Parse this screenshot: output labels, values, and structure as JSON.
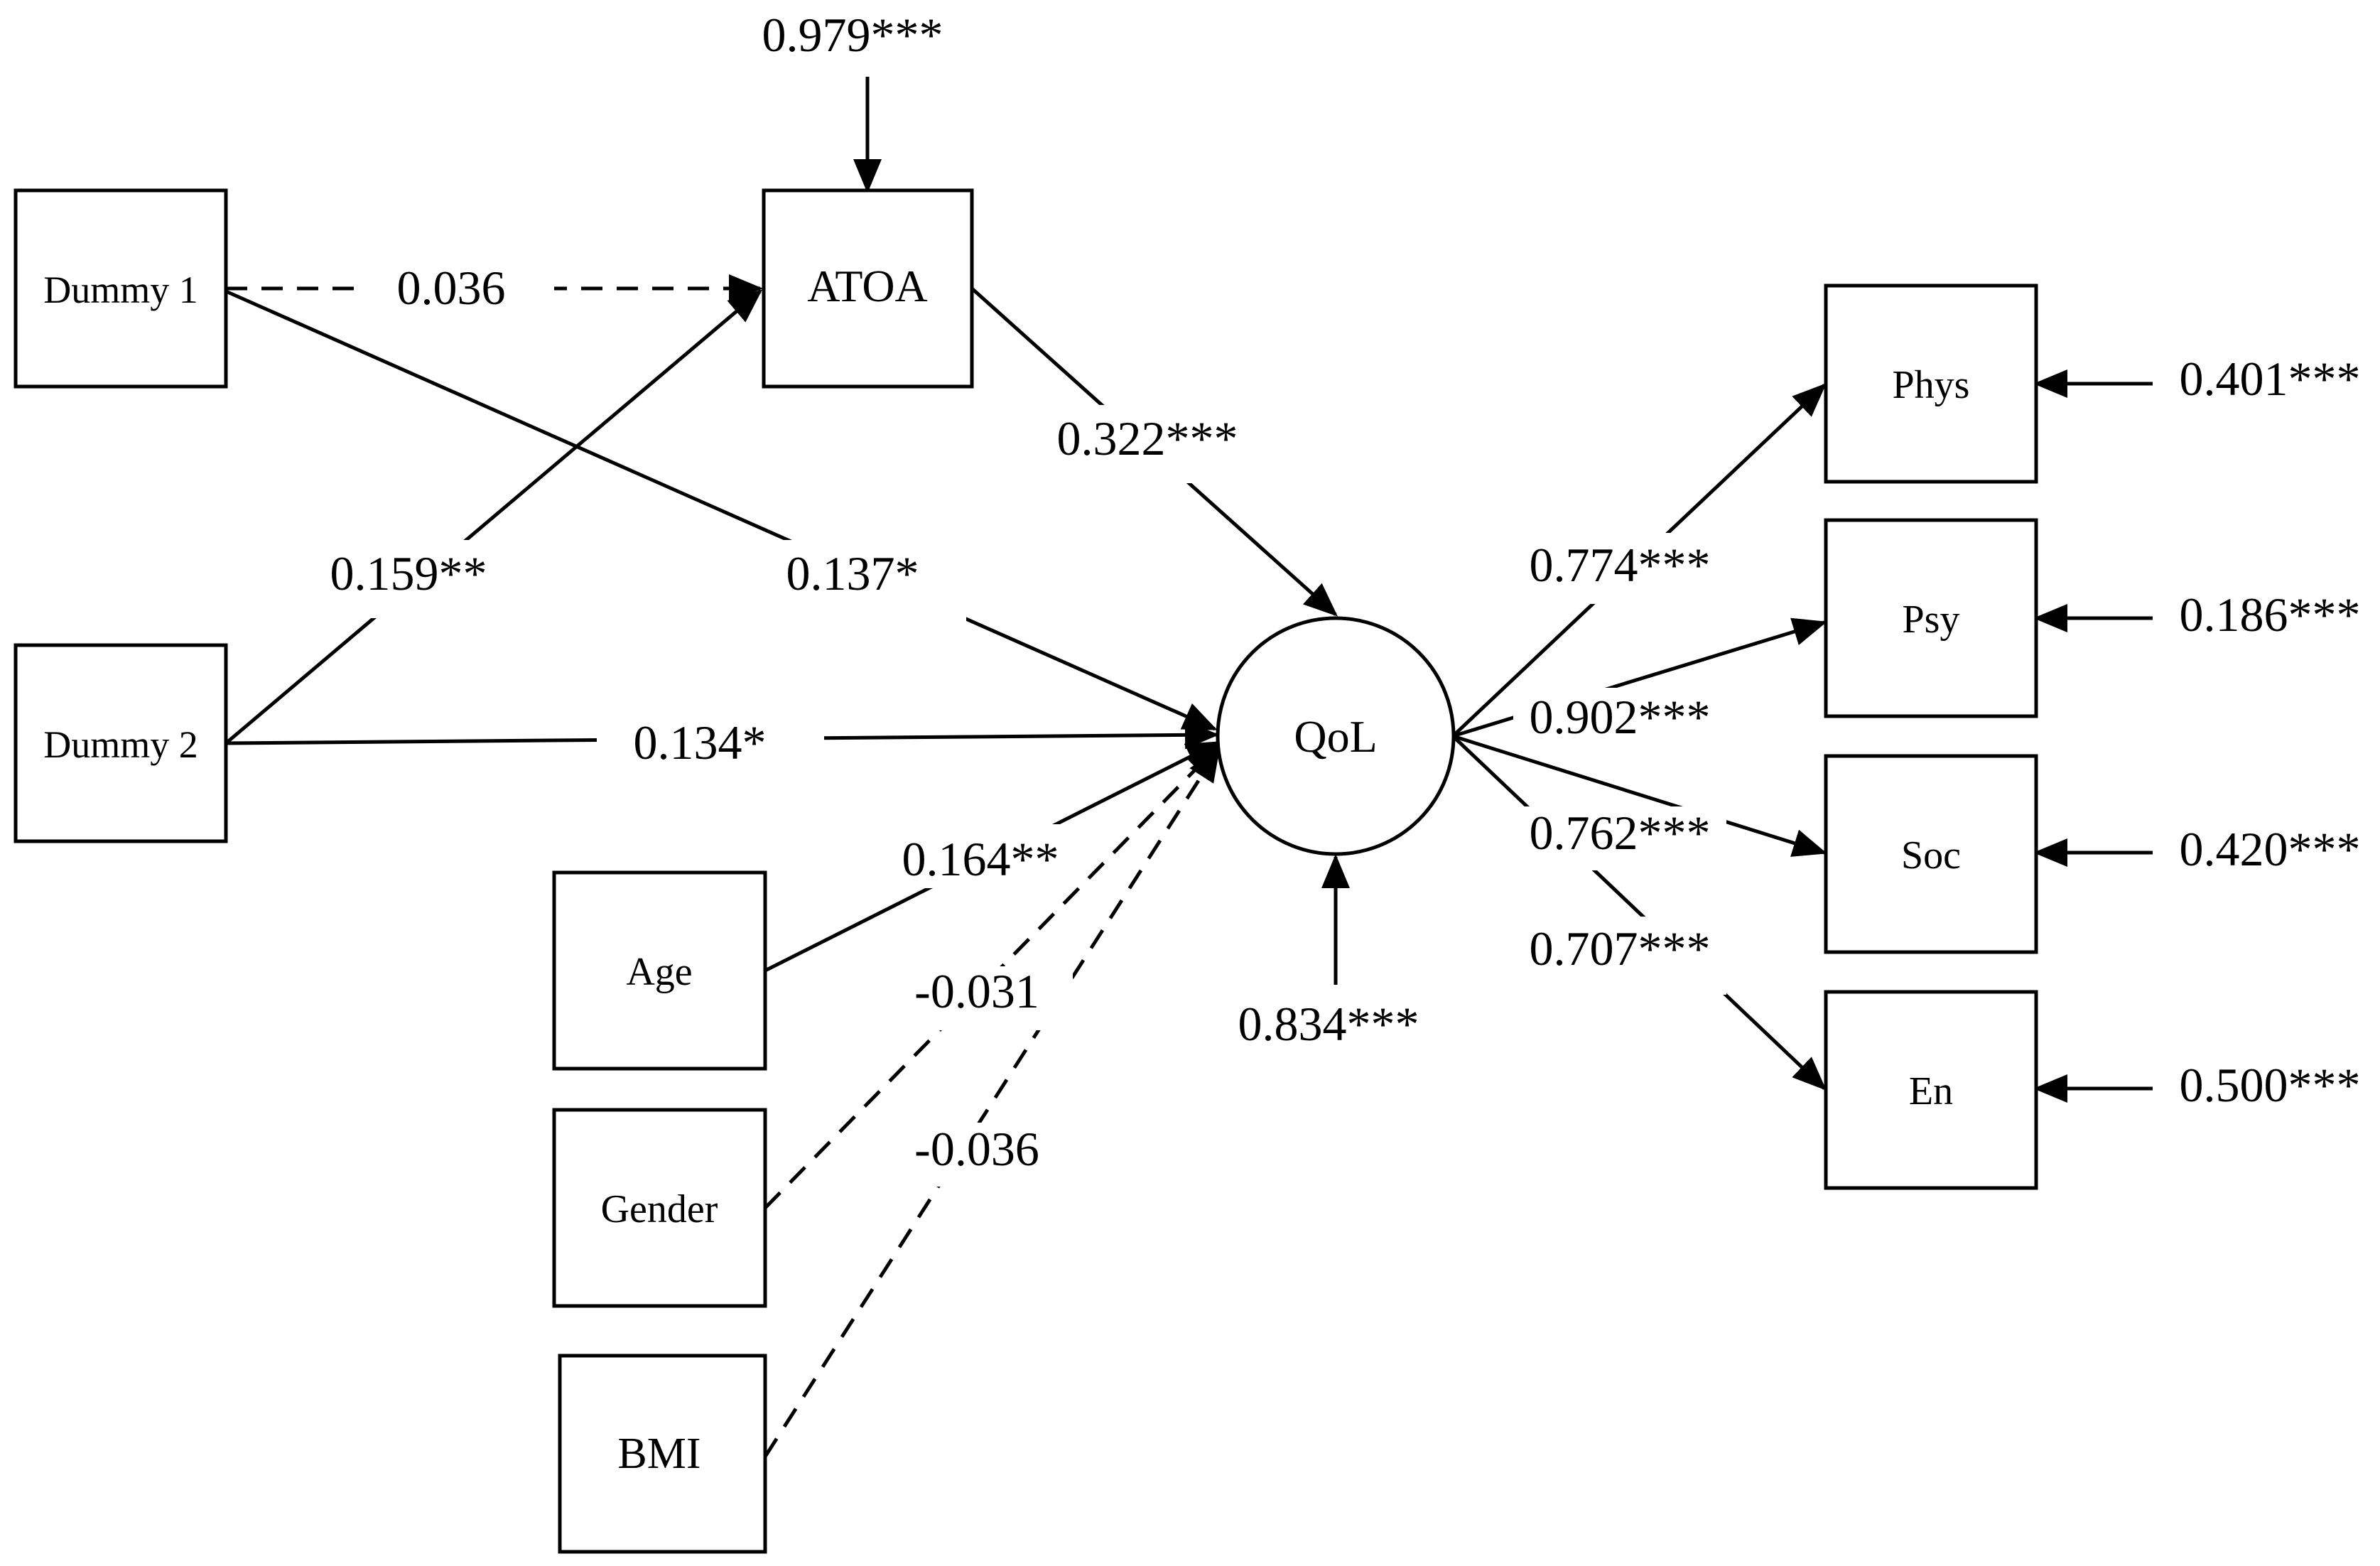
{
  "nodes": {
    "dummy1": "Dummy 1",
    "dummy2": "Dummy 2",
    "atoa": "ATOA",
    "qol": "QoL",
    "age": "Age",
    "gender": "Gender",
    "bmi": "BMI",
    "phys": "Phys",
    "psy": "Psy",
    "soc": "Soc",
    "en": "En"
  },
  "paths": {
    "dummy1_atoa": {
      "value": "0.036",
      "style": "dashed"
    },
    "dummy1_qol": {
      "value": "0.137*",
      "style": "solid"
    },
    "dummy2_atoa": {
      "value": "0.159**",
      "style": "solid"
    },
    "dummy2_qol": {
      "value": "0.134*",
      "style": "solid"
    },
    "atoa_qol": {
      "value": "0.322***",
      "style": "solid"
    },
    "age_qol": {
      "value": "0.164**",
      "style": "solid"
    },
    "gender_qol": {
      "value": "-0.031",
      "style": "dashed"
    },
    "bmi_qol": {
      "value": "-0.036",
      "style": "dashed"
    },
    "qol_phys": {
      "value": "0.774***",
      "style": "solid"
    },
    "qol_psy": {
      "value": "0.902***",
      "style": "solid"
    },
    "qol_soc": {
      "value": "0.762***",
      "style": "solid"
    },
    "qol_en": {
      "value": "0.707***",
      "style": "solid"
    }
  },
  "residuals": {
    "atoa": "0.979***",
    "qol": "0.834***",
    "phys": "0.401***",
    "psy": "0.186***",
    "soc": "0.420***",
    "en": "0.500***"
  }
}
